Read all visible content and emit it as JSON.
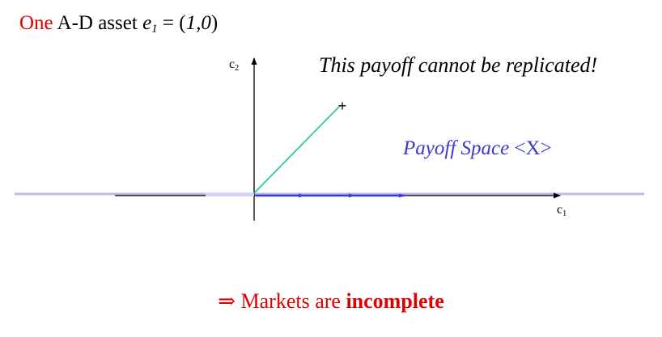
{
  "title": {
    "one": "One",
    "rest": " A-D asset ",
    "var": "e",
    "sub": "1",
    "eq": " = (",
    "vec": "1,0",
    "close": ")"
  },
  "note": "This payoff cannot be replicated!",
  "space_label": {
    "italic": "Payoff Space",
    "bracket": " <X>"
  },
  "axes": {
    "y": {
      "base": "c",
      "sub": "2"
    },
    "x": {
      "base": "c",
      "sub": "1"
    }
  },
  "marker": "+",
  "conclusion": {
    "arrow": "⇒",
    "text": " Markets are ",
    "bold": "incomplete"
  },
  "colors": {
    "red": "#e00000",
    "blue_text": "#3b3bd0",
    "space_line": "#b9b9f2",
    "asset_vector": "#3a3ad8",
    "payoff_vector": "#2fc9a0",
    "axis": "#000000"
  }
}
